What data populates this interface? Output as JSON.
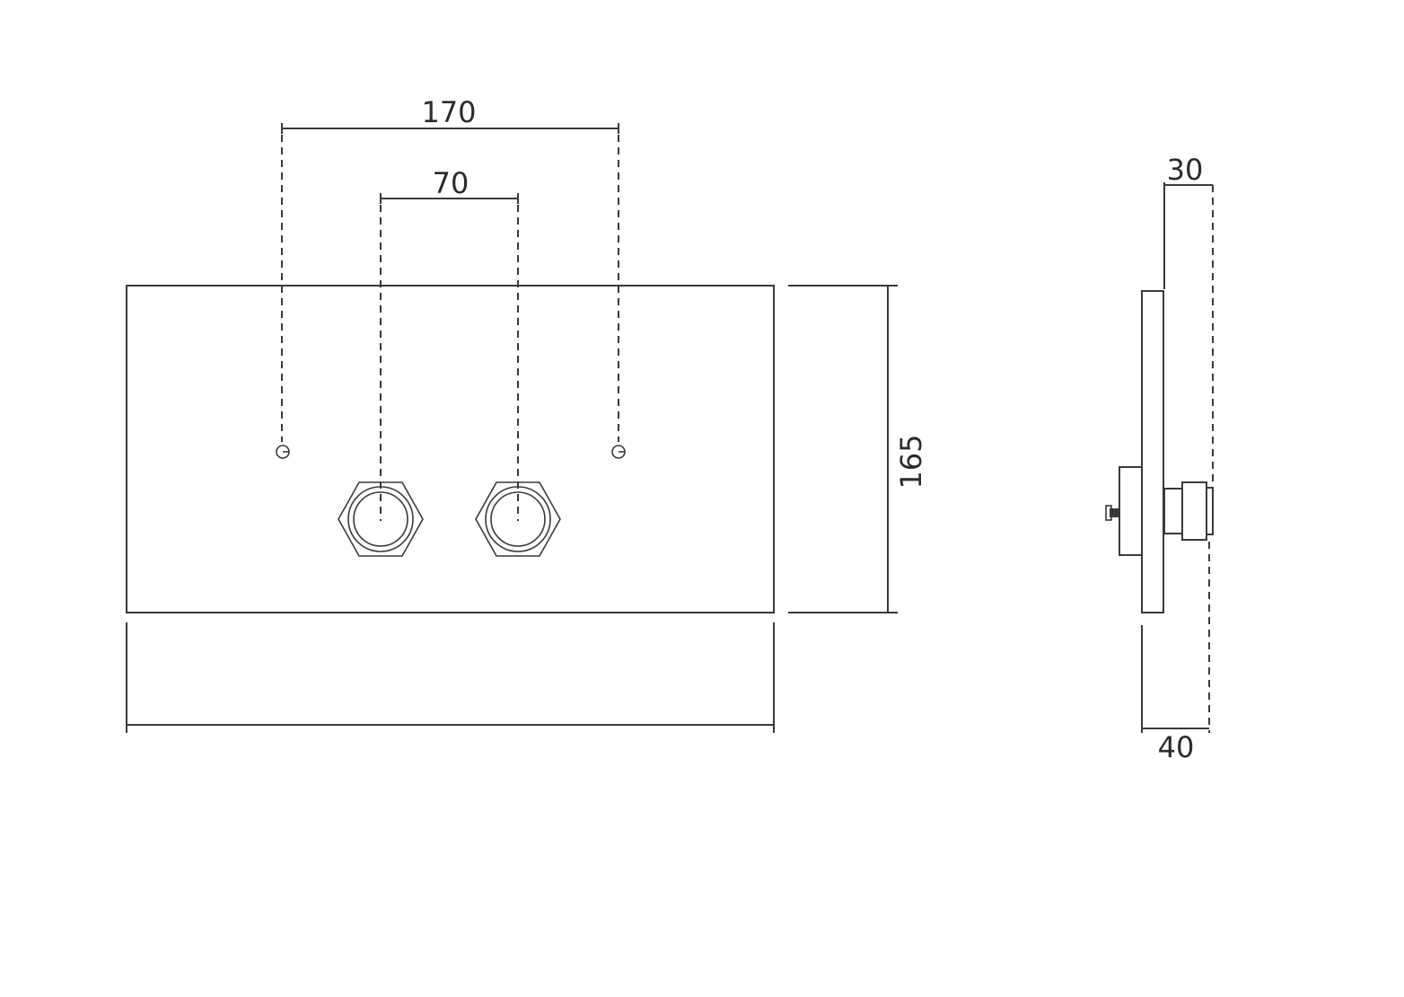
{
  "dimensions": {
    "outer_hole_spacing": "170",
    "button_spacing": "70",
    "plate_height": "165",
    "side_depth_top": "30",
    "side_depth_bottom": "40"
  },
  "colors": {
    "line": "#3a3a3a",
    "text": "#2b2b2b",
    "background": "#ffffff"
  }
}
